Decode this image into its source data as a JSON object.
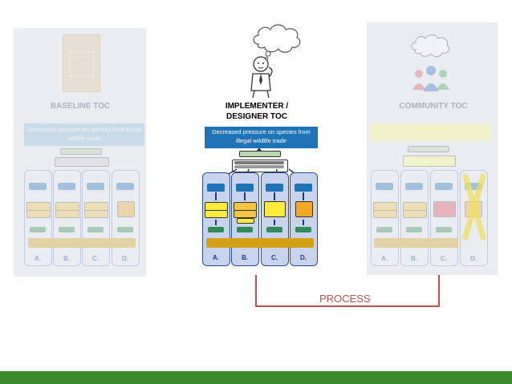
{
  "panels": {
    "baseline": {
      "title": "BASELINE TOC",
      "goal": "Decreased pressure on species from illegal wildlife trade",
      "columns": [
        "A.",
        "B.",
        "C.",
        "D."
      ]
    },
    "implementer": {
      "title_line1": "IMPLEMENTER /",
      "title_line2": "DESIGNER TOC",
      "goal": "Decreased pressure on species from illegal wildlife trade",
      "columns": [
        "A.",
        "B.",
        "C.",
        "D."
      ]
    },
    "community": {
      "title": "COMMUNITY TOC",
      "goal": "",
      "columns": [
        "A.",
        "B.",
        "C.",
        "D."
      ]
    }
  },
  "process": {
    "label": "PROCESS"
  },
  "icons": [
    "document-thumbnail-icon",
    "thinking-person-icon",
    "thought-cloud-icon",
    "community-group-icon",
    "cross-out-icon"
  ],
  "colors": {
    "blue": "#1f74b8",
    "yellow": "#ffeb3b",
    "gold": "#d4a017",
    "green": "#2e8b57",
    "red": "#c0504d",
    "orange": "#f5a623",
    "olive": "#c8b040",
    "panel_bg": "#e9ecf1",
    "bottom_bar": "#3a8a2a"
  }
}
